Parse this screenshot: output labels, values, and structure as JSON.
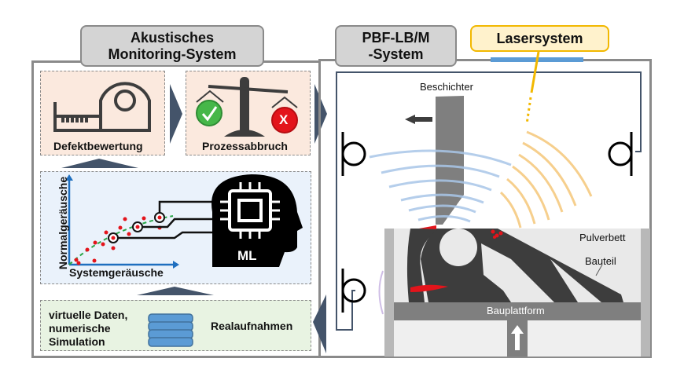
{
  "left_panel": {
    "title_line1": "Akustisches",
    "title_line2": "Monitoring-System",
    "defect_box": {
      "label": "Defektbewertung",
      "icon": "measuring-tape-icon"
    },
    "abort_box": {
      "label": "Prozessabbruch",
      "icon": "balance-scale-icon",
      "ok_icon": "checkmark-icon",
      "fail_icon": "x-icon",
      "fail_text": "X"
    },
    "ml_box": {
      "x_axis_label": "Systemgeräusche",
      "y_axis_label": "Normalgeräusche",
      "head_label": "ML",
      "icon": "head-chip-icon"
    },
    "data_box": {
      "left_text_line1": "virtuelle Daten,",
      "left_text_line2": "numerische",
      "left_text_line3": "Simulation",
      "right_text": "Realaufnahmen",
      "icon": "database-icon"
    }
  },
  "right_panel": {
    "title_line1": "PBF-LB/M",
    "title_line2": "-System",
    "laser_label": "Lasersystem",
    "coater_label": "Beschichter",
    "powder_bed_label": "Pulverbett",
    "part_label": "Bauteil",
    "platform_label": "Bauplattform"
  },
  "colors": {
    "frame": "#8a8a8a",
    "tab_fill": "#d4d4d4",
    "arrow": "#44546a",
    "defect_fill": "#fbe9de",
    "ml_fill": "#eaf2fb",
    "data_fill": "#e8f3e2",
    "laser_fill": "#fff2cc",
    "laser_border": "#f2b800",
    "laser_bar": "#5b9bd5",
    "scatter_red": "#e3141b",
    "trend_green": "#2aa648",
    "axis_blue": "#1f6fbf"
  }
}
